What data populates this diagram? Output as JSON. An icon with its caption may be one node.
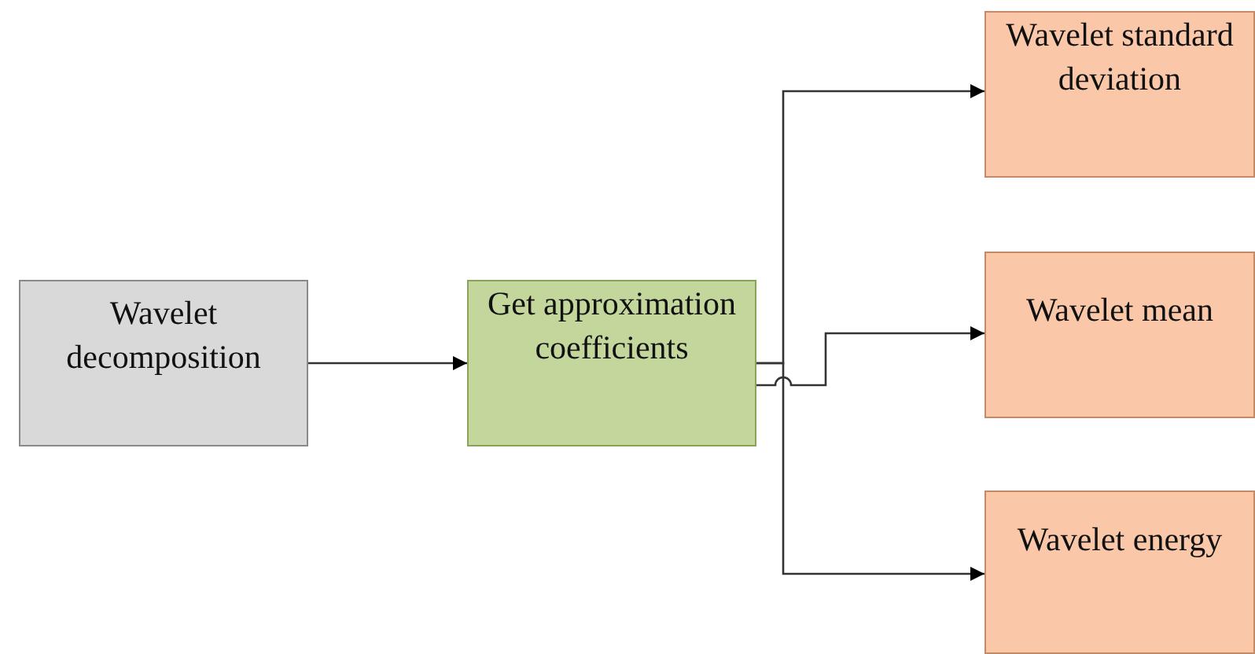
{
  "diagram": {
    "nodes": [
      {
        "text": [
          "Wavelet decomposition"
        ]
      },
      {
        "text": [
          "Get approximation coefficients"
        ]
      },
      {
        "text": [
          "Wavelet standard deviation"
        ]
      },
      {
        "text": [
          "Wavelet mean"
        ]
      },
      {
        "text": [
          "Wavelet energy"
        ]
      }
    ],
    "edges": [
      {
        "from": 0,
        "to": 1,
        "arrow": "to"
      },
      {
        "from": 1,
        "to": 2,
        "arrow": "to"
      },
      {
        "from": 1,
        "to": 3,
        "arrow": "to"
      },
      {
        "from": 1,
        "to": 4,
        "arrow": "to"
      }
    ]
  }
}
